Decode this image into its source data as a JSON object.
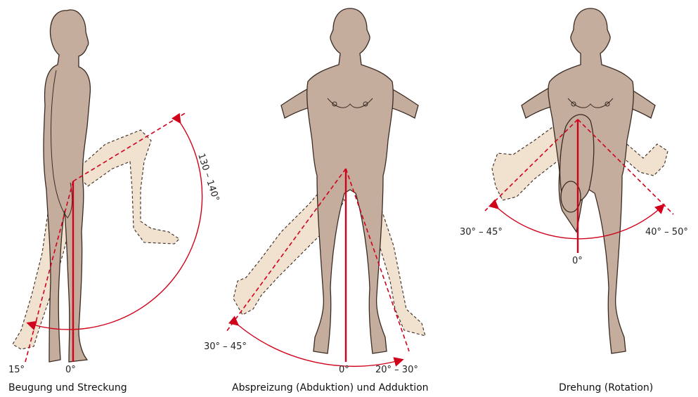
{
  "panels": [
    {
      "caption": "Beugung und Streckung",
      "labels": {
        "range_flexion": "130 – 140°",
        "extension": "15°",
        "neutral": "0°"
      }
    },
    {
      "caption": "Abspreizung (Abduktion) und Adduktion",
      "labels": {
        "abduction": "30° – 45°",
        "neutral": "0°",
        "adduction": "20° – 30°"
      }
    },
    {
      "caption": "Drehung (Rotation)",
      "labels": {
        "outward": "30° – 45°",
        "inward": "40° – 50°",
        "neutral": "0°"
      }
    }
  ],
  "colors": {
    "axis": "#d0021b",
    "skin": "#c4ad9d",
    "ghost_skin": "#f1e1cf",
    "outline": "#3a2a22"
  }
}
